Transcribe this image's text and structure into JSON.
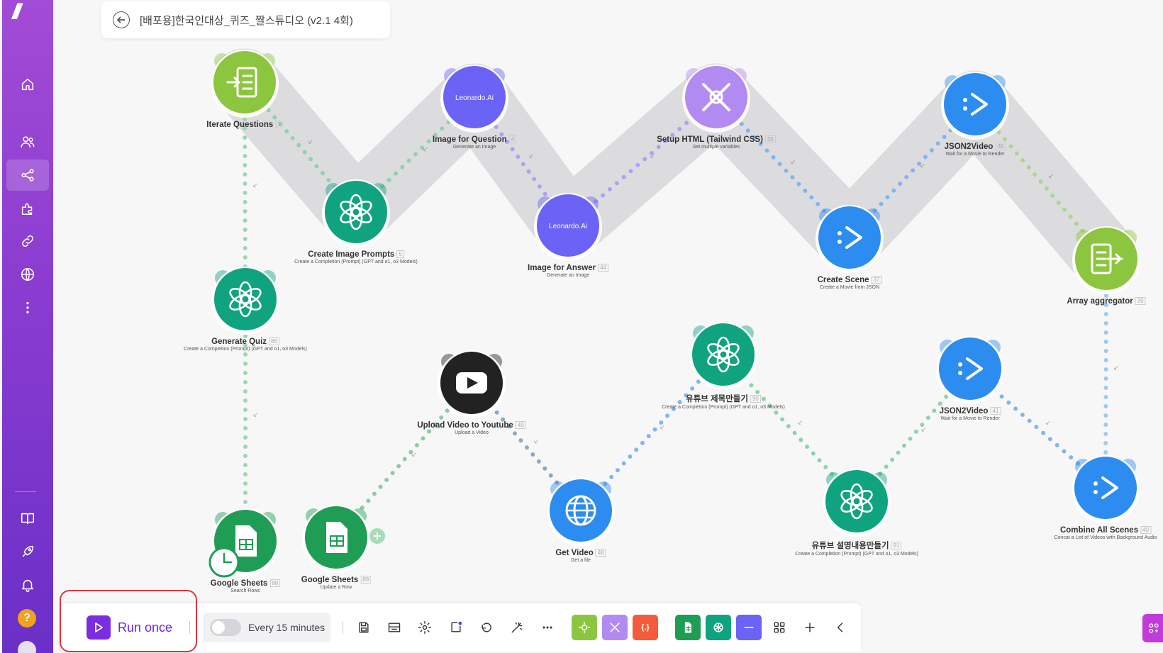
{
  "scenario": {
    "title": "[배포용]한국인대상_퀴즈_짤스튜디오 (v2.1 4회)"
  },
  "sidebar": {
    "items": [
      {
        "icon": "home-icon"
      },
      {
        "icon": "team-icon"
      },
      {
        "icon": "scenarios-icon",
        "active": true
      },
      {
        "icon": "apps-icon"
      },
      {
        "icon": "connections-icon"
      },
      {
        "icon": "webhooks-icon"
      },
      {
        "icon": "more-icon"
      }
    ],
    "bottom": [
      {
        "icon": "docs-icon"
      },
      {
        "icon": "rocket-icon"
      },
      {
        "icon": "bell-icon"
      },
      {
        "icon": "help-icon",
        "label": "?"
      },
      {
        "icon": "avatar"
      }
    ]
  },
  "nodes": [
    {
      "key": "iterate",
      "title": "Iterate Questions",
      "index": "2",
      "sub": "",
      "type": "iterator",
      "color": "#8cc63e"
    },
    {
      "key": "gen-quiz",
      "title": "Generate Quiz",
      "index": "86",
      "sub": "Create a Completion (Prompt) (GPT and o1, o3 Models)",
      "type": "openai",
      "color": "#10a37f"
    },
    {
      "key": "create-img-prompts",
      "title": "Create Image Prompts",
      "index": "5",
      "sub": "Create a Completion (Prompt) (GPT and o1, o3 Models)",
      "type": "openai",
      "color": "#10a37f"
    },
    {
      "key": "img-question",
      "title": "Image for Question",
      "index": "4",
      "sub": "Generate an Image",
      "type": "leonardo",
      "color": "#6b63f6",
      "logo": "Leonardo.Ai"
    },
    {
      "key": "img-answer",
      "title": "Image for Answer",
      "index": "44",
      "sub": "Generate an Image",
      "type": "leonardo",
      "color": "#6b63f6",
      "logo": "Leonardo.Ai"
    },
    {
      "key": "setup-html",
      "title": "Setup HTML (Tailwind CSS)",
      "index": "35",
      "sub": "Set multiple variables",
      "type": "tools",
      "color": "#b28bf2"
    },
    {
      "key": "create-scene",
      "title": "Create Scene",
      "index": "37",
      "sub": "Create a Movie from JSON",
      "type": "json2video",
      "color": "#2d8cf0"
    },
    {
      "key": "json2video-1",
      "title": "JSON2Video",
      "index": "38",
      "sub": "Wait for a Movie to Render",
      "type": "json2video",
      "color": "#2d8cf0"
    },
    {
      "key": "array-agg",
      "title": "Array aggregator",
      "index": "39",
      "sub": "",
      "type": "aggregator",
      "color": "#8cc63e"
    },
    {
      "key": "combine-scenes",
      "title": "Combine All Scenes",
      "index": "40",
      "sub": "Concat a List of Videos with Background Audio",
      "type": "json2video",
      "color": "#2d8cf0"
    },
    {
      "key": "json2video-2",
      "title": "JSON2Video",
      "index": "41",
      "sub": "Wait for a Movie to Render",
      "type": "json2video",
      "color": "#2d8cf0"
    },
    {
      "key": "yt-desc",
      "title": "유튜브 설명내용만들기",
      "index": "91",
      "sub": "Create a Completion (Prompt) (GPT and o1, o3 Models)",
      "type": "openai",
      "color": "#10a37f"
    },
    {
      "key": "yt-title",
      "title": "유튜브 제목만들기",
      "index": "90",
      "sub": "Create a Completion (Prompt) (GPT and o1, o3 Models)",
      "type": "openai",
      "color": "#10a37f"
    },
    {
      "key": "get-video",
      "title": "Get Video",
      "index": "48",
      "sub": "Get a file",
      "type": "http",
      "color": "#2d8cf0"
    },
    {
      "key": "upload-yt",
      "title": "Upload Video to Youtube",
      "index": "49",
      "sub": "Upload a Video",
      "type": "youtube",
      "color": "#222222"
    },
    {
      "key": "sheets-update",
      "title": "Google Sheets",
      "index": "89",
      "sub": "Update a Row",
      "type": "sheets",
      "color": "#1f9d55"
    },
    {
      "key": "sheets-search",
      "title": "Google Sheets",
      "index": "88",
      "sub": "Search Rows",
      "type": "sheets",
      "color": "#1f9d55"
    }
  ],
  "toolbar": {
    "run_label": "Run once",
    "schedule_label": "Every 15 minutes",
    "schedule_enabled": false,
    "buttons": [
      "save-icon",
      "notes-icon",
      "settings-icon",
      "auto-align-icon",
      "undo-icon",
      "magic-wand-icon",
      "more-icon"
    ],
    "apps": [
      {
        "icon": "flow-control-icon",
        "color": "#8cc63e"
      },
      {
        "icon": "tools-icon",
        "color": "#b28bf2"
      },
      {
        "icon": "text-parser-icon",
        "color": "#f25c3b",
        "label": "{.}"
      },
      {
        "icon": "google-sheets-icon",
        "color": "#1f9d55"
      },
      {
        "icon": "openai-icon",
        "color": "#10a37f"
      },
      {
        "icon": "leonardo-icon",
        "color": "#6b63f6"
      },
      {
        "icon": "grid-icon"
      },
      {
        "icon": "plus-icon"
      },
      {
        "icon": "chevron-left-icon"
      }
    ]
  }
}
